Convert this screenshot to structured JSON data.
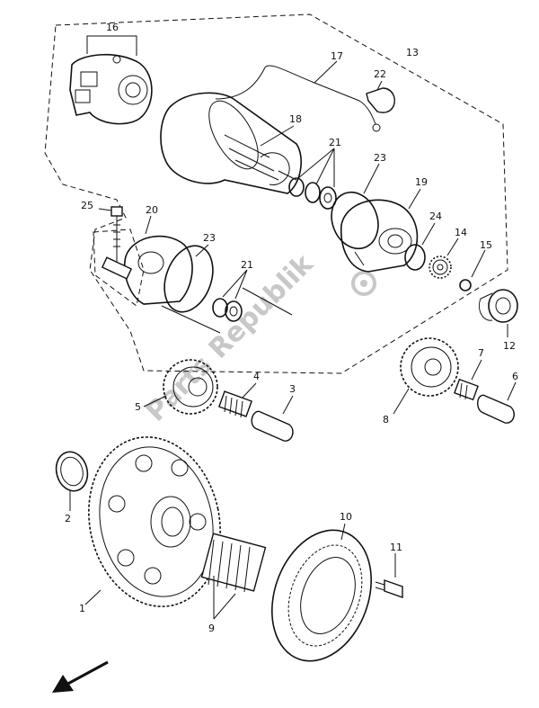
{
  "labels": {
    "p1": "1",
    "p2": "2",
    "p3": "3",
    "p4": "4",
    "p5": "5",
    "p6": "6",
    "p7": "7",
    "p8": "8",
    "p9": "9",
    "p10": "10",
    "p11": "11",
    "p12": "12",
    "p13": "13",
    "p14": "14",
    "p15": "15",
    "p16": "16",
    "p17": "17",
    "p18": "18",
    "p19": "19",
    "p20": "20",
    "p21a": "21",
    "p21b": "21",
    "p22": "22",
    "p23a": "23",
    "p23b": "23",
    "p24": "24",
    "p25": "25"
  },
  "watermark": "Parts Republik",
  "icons": {
    "front": "arrow-direction-icon",
    "watermark_logo": "gear-icon"
  }
}
